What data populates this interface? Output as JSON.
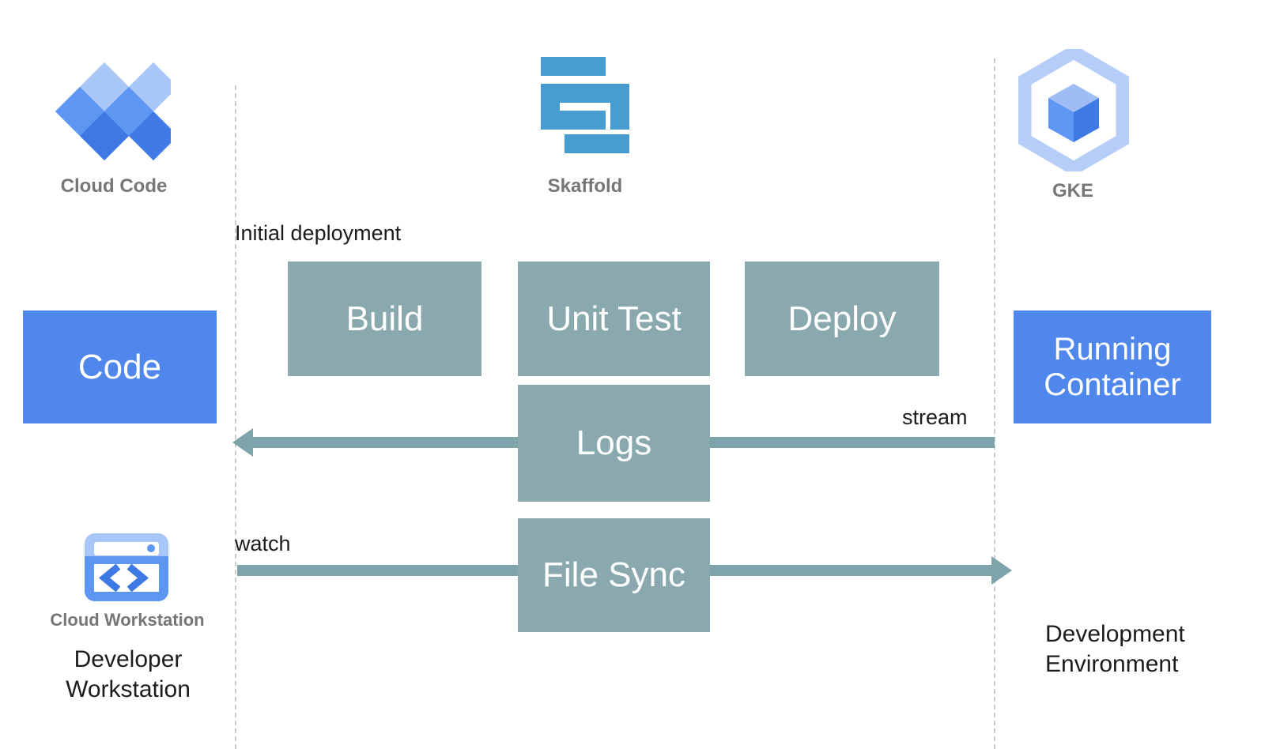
{
  "diagram": {
    "title": "Cloud Code / Skaffold / GKE development loop",
    "colors": {
      "stage_box": "#8aa9ae",
      "endpoint_box": "#4f87ec",
      "arrow": "#7fa3aa",
      "boundary_line": "#c8ccd0",
      "caption_gray": "#767676",
      "text_dark": "#1c1c1c"
    },
    "products": [
      {
        "id": "cloud-code",
        "icon": "cloud-code-logo-icon",
        "caption": "Cloud Code"
      },
      {
        "id": "skaffold",
        "icon": "skaffold-logo-icon",
        "caption": "Skaffold"
      },
      {
        "id": "gke",
        "icon": "gke-logo-icon",
        "caption": "GKE"
      },
      {
        "id": "cloud-workstation",
        "icon": "cloud-workstation-logo-icon",
        "caption": "Cloud Workstation"
      }
    ],
    "endpoints": {
      "left": {
        "label": "Code"
      },
      "right": {
        "line1": "Running",
        "line2": "Container"
      }
    },
    "stages": [
      {
        "id": "build",
        "label": "Build"
      },
      {
        "id": "unit-test",
        "label": "Unit Test"
      },
      {
        "id": "deploy",
        "label": "Deploy"
      },
      {
        "id": "logs",
        "label": "Logs"
      },
      {
        "id": "file-sync",
        "label": "File Sync"
      }
    ],
    "flow_labels": {
      "initial_deployment": "Initial deployment",
      "watch": "watch",
      "stream": "stream"
    },
    "environments": {
      "left": {
        "line1": "Developer",
        "line2": "Workstation"
      },
      "right": {
        "line1": "Development",
        "line2": "Environment"
      }
    }
  }
}
